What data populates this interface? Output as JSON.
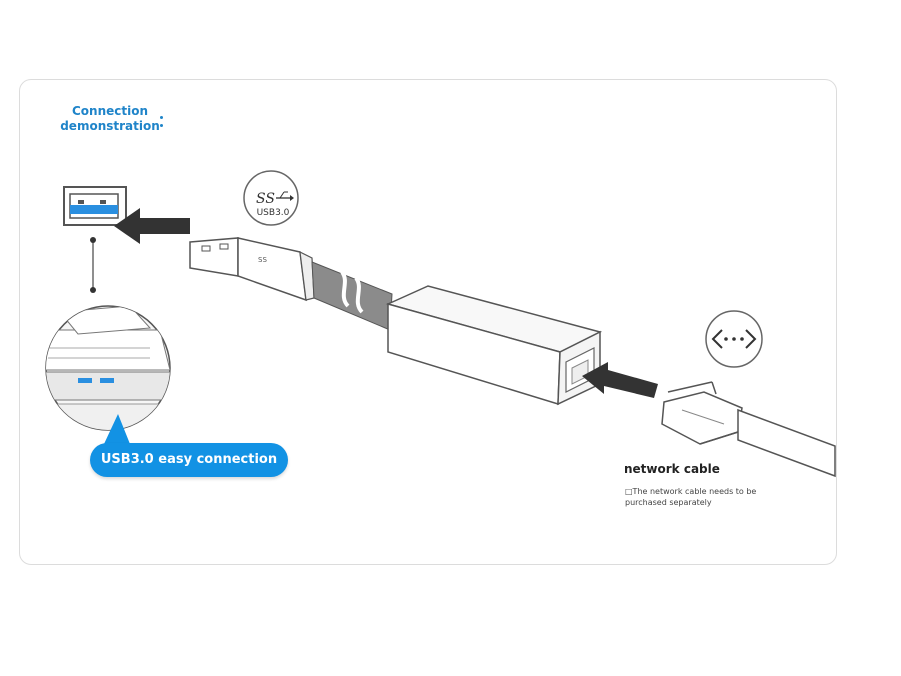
{
  "title": {
    "line1": "Connection",
    "line2": "demonstration"
  },
  "usb_badge": {
    "logo_icon": "superspeed-usb-icon",
    "label": "USB3.0"
  },
  "callout": {
    "label": "USB3.0 easy connection"
  },
  "network_badge": {
    "icon": "ethernet-arrows-icon"
  },
  "network_cable": {
    "title": "network cable",
    "note": "□The network cable needs to be purchased separately"
  },
  "colors": {
    "accent": "#1292e4",
    "title_blue": "#1f84c9",
    "usb_port_blue": "#2a8fe0"
  }
}
